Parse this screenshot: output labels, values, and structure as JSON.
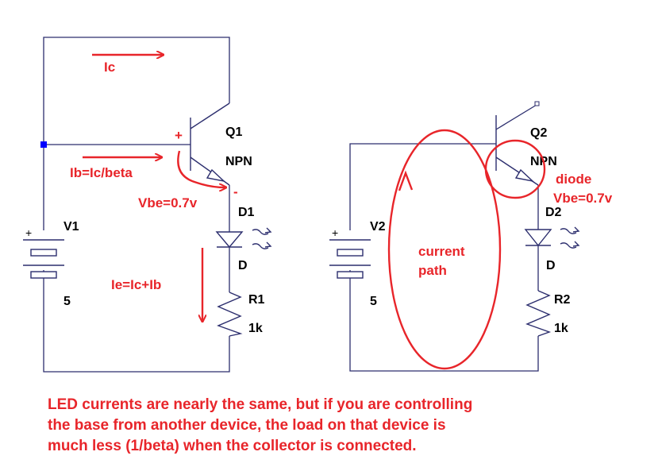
{
  "colors": {
    "wire": "#2c2e6e",
    "annotation": "#e8252a",
    "text": "#000000",
    "node": "#0000ff"
  },
  "left_circuit": {
    "source_label": "V1",
    "source_value": "5",
    "source_plus": "+",
    "transistor_label": "Q1",
    "transistor_type": "NPN",
    "diode_label": "D1",
    "diode_model": "D",
    "resistor_label": "R1",
    "resistor_value": "1k",
    "annotations": {
      "ic": "Ic",
      "ib": "Ib=Ic/beta",
      "vbe": "Vbe=0.7v",
      "ie": "Ie=Ic+Ib",
      "plus_sign": "+",
      "minus_sign": "-"
    }
  },
  "right_circuit": {
    "source_label": "V2",
    "source_value": "5",
    "source_plus": "+",
    "transistor_label": "Q2",
    "transistor_type": "NPN",
    "diode_label": "D2",
    "diode_model": "D",
    "resistor_label": "R2",
    "resistor_value": "1k",
    "annotations": {
      "diode_title": "diode",
      "diode_vbe": "Vbe=0.7v",
      "current_path_line1": "current",
      "current_path_line2": "path"
    }
  },
  "note_lines": [
    "LED currents are nearly the same, but if you are controlling",
    "the base from another device, the load on that device is",
    "much less (1/beta) when the collector is connected."
  ]
}
